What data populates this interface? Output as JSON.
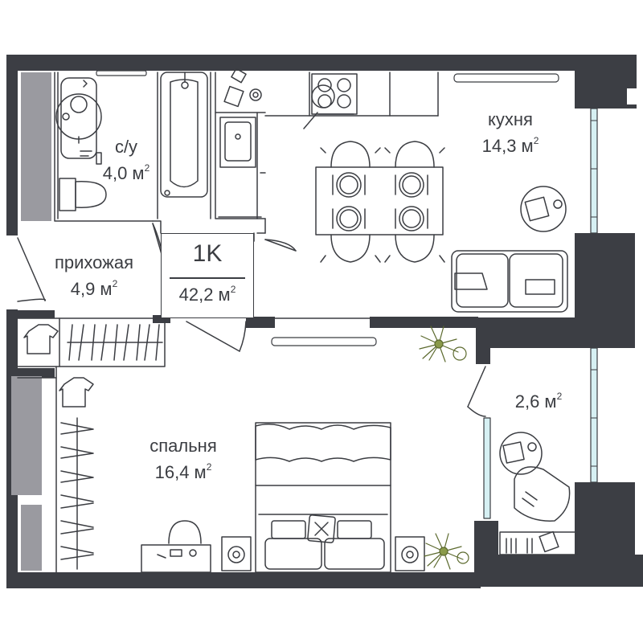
{
  "plan": {
    "type_code": "1K",
    "total_area": "42,2 м",
    "area_unit_sup": "2",
    "rooms": [
      {
        "name": "с/у",
        "area": "4,0 м"
      },
      {
        "name": "кухня",
        "area": "14,3 м"
      },
      {
        "name": "прихожая",
        "area": "4,9 м"
      },
      {
        "name": "спальня",
        "area": "16,4 м"
      },
      {
        "name": "",
        "area": "2,6 м"
      }
    ]
  },
  "colors": {
    "wall": "#3c3e44",
    "wall_fill": "#9a9aa0",
    "line": "#3b3d42",
    "window": "#d6f0f3",
    "plant": "#6f7f3a"
  }
}
